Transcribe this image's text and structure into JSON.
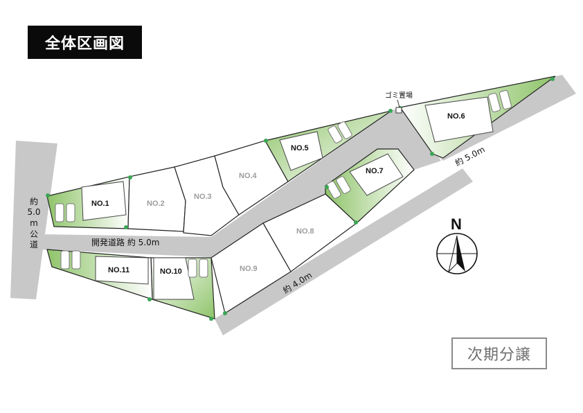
{
  "title": "全体区画図",
  "next_phase_label": "次期分譲",
  "north_label": "N",
  "roads": {
    "main_road_label": "開発道路 約 5.0m",
    "west_road_lines": [
      "約",
      "5.0",
      "m",
      "公",
      "道"
    ],
    "east_road_label": "約 5.0m",
    "south_road_label": "約 4.0m"
  },
  "garbage_label": "ゴミ置場",
  "lots": {
    "no1": "NO.1",
    "no2": "NO.2",
    "no3": "NO.3",
    "no4": "NO.4",
    "no5": "NO.5",
    "no6": "NO.6",
    "no7": "NO.7",
    "no8": "NO.8",
    "no9": "NO.9",
    "no10": "NO.10",
    "no11": "NO.11"
  },
  "colors": {
    "road": "#c8c8c8",
    "green_lot": "#8fc46a",
    "white_lot": "#ffffff"
  }
}
